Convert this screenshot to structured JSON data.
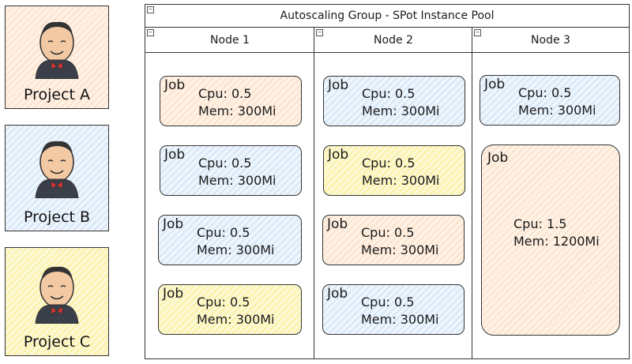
{
  "projects": [
    {
      "label": "Project A",
      "color": "orange"
    },
    {
      "label": "Project B",
      "color": "blue"
    },
    {
      "label": "Project C",
      "color": "yellow"
    }
  ],
  "pool": {
    "title": "Autoscaling Group - SPot Instance Pool",
    "nodes": [
      {
        "label": "Node 1",
        "jobs": [
          {
            "title": "Job",
            "cpu": "Cpu: 0.5",
            "mem": "Mem: 300Mi",
            "color": "orange"
          },
          {
            "title": "Job",
            "cpu": "Cpu: 0.5",
            "mem": "Mem: 300Mi",
            "color": "blue"
          },
          {
            "title": "Job",
            "cpu": "Cpu: 0.5",
            "mem": "Mem: 300Mi",
            "color": "blue"
          },
          {
            "title": "Job",
            "cpu": "Cpu: 0.5",
            "mem": "Mem: 300Mi",
            "color": "yellow"
          }
        ]
      },
      {
        "label": "Node 2",
        "jobs": [
          {
            "title": "Job",
            "cpu": "Cpu: 0.5",
            "mem": "Mem: 300Mi",
            "color": "blue"
          },
          {
            "title": "Job",
            "cpu": "Cpu: 0.5",
            "mem": "Mem: 300Mi",
            "color": "yellow"
          },
          {
            "title": "Job",
            "cpu": "Cpu: 0.5",
            "mem": "Mem: 300Mi",
            "color": "orange"
          },
          {
            "title": "Job",
            "cpu": "Cpu: 0.5",
            "mem": "Mem: 300Mi",
            "color": "blue"
          }
        ]
      },
      {
        "label": "Node 3",
        "jobs": [
          {
            "title": "Job",
            "cpu": "Cpu: 0.5",
            "mem": "Mem: 300Mi",
            "color": "blue"
          },
          {
            "title": "Job",
            "cpu": "Cpu: 1.5",
            "mem": "Mem: 1200Mi",
            "color": "orange"
          }
        ]
      }
    ]
  }
}
